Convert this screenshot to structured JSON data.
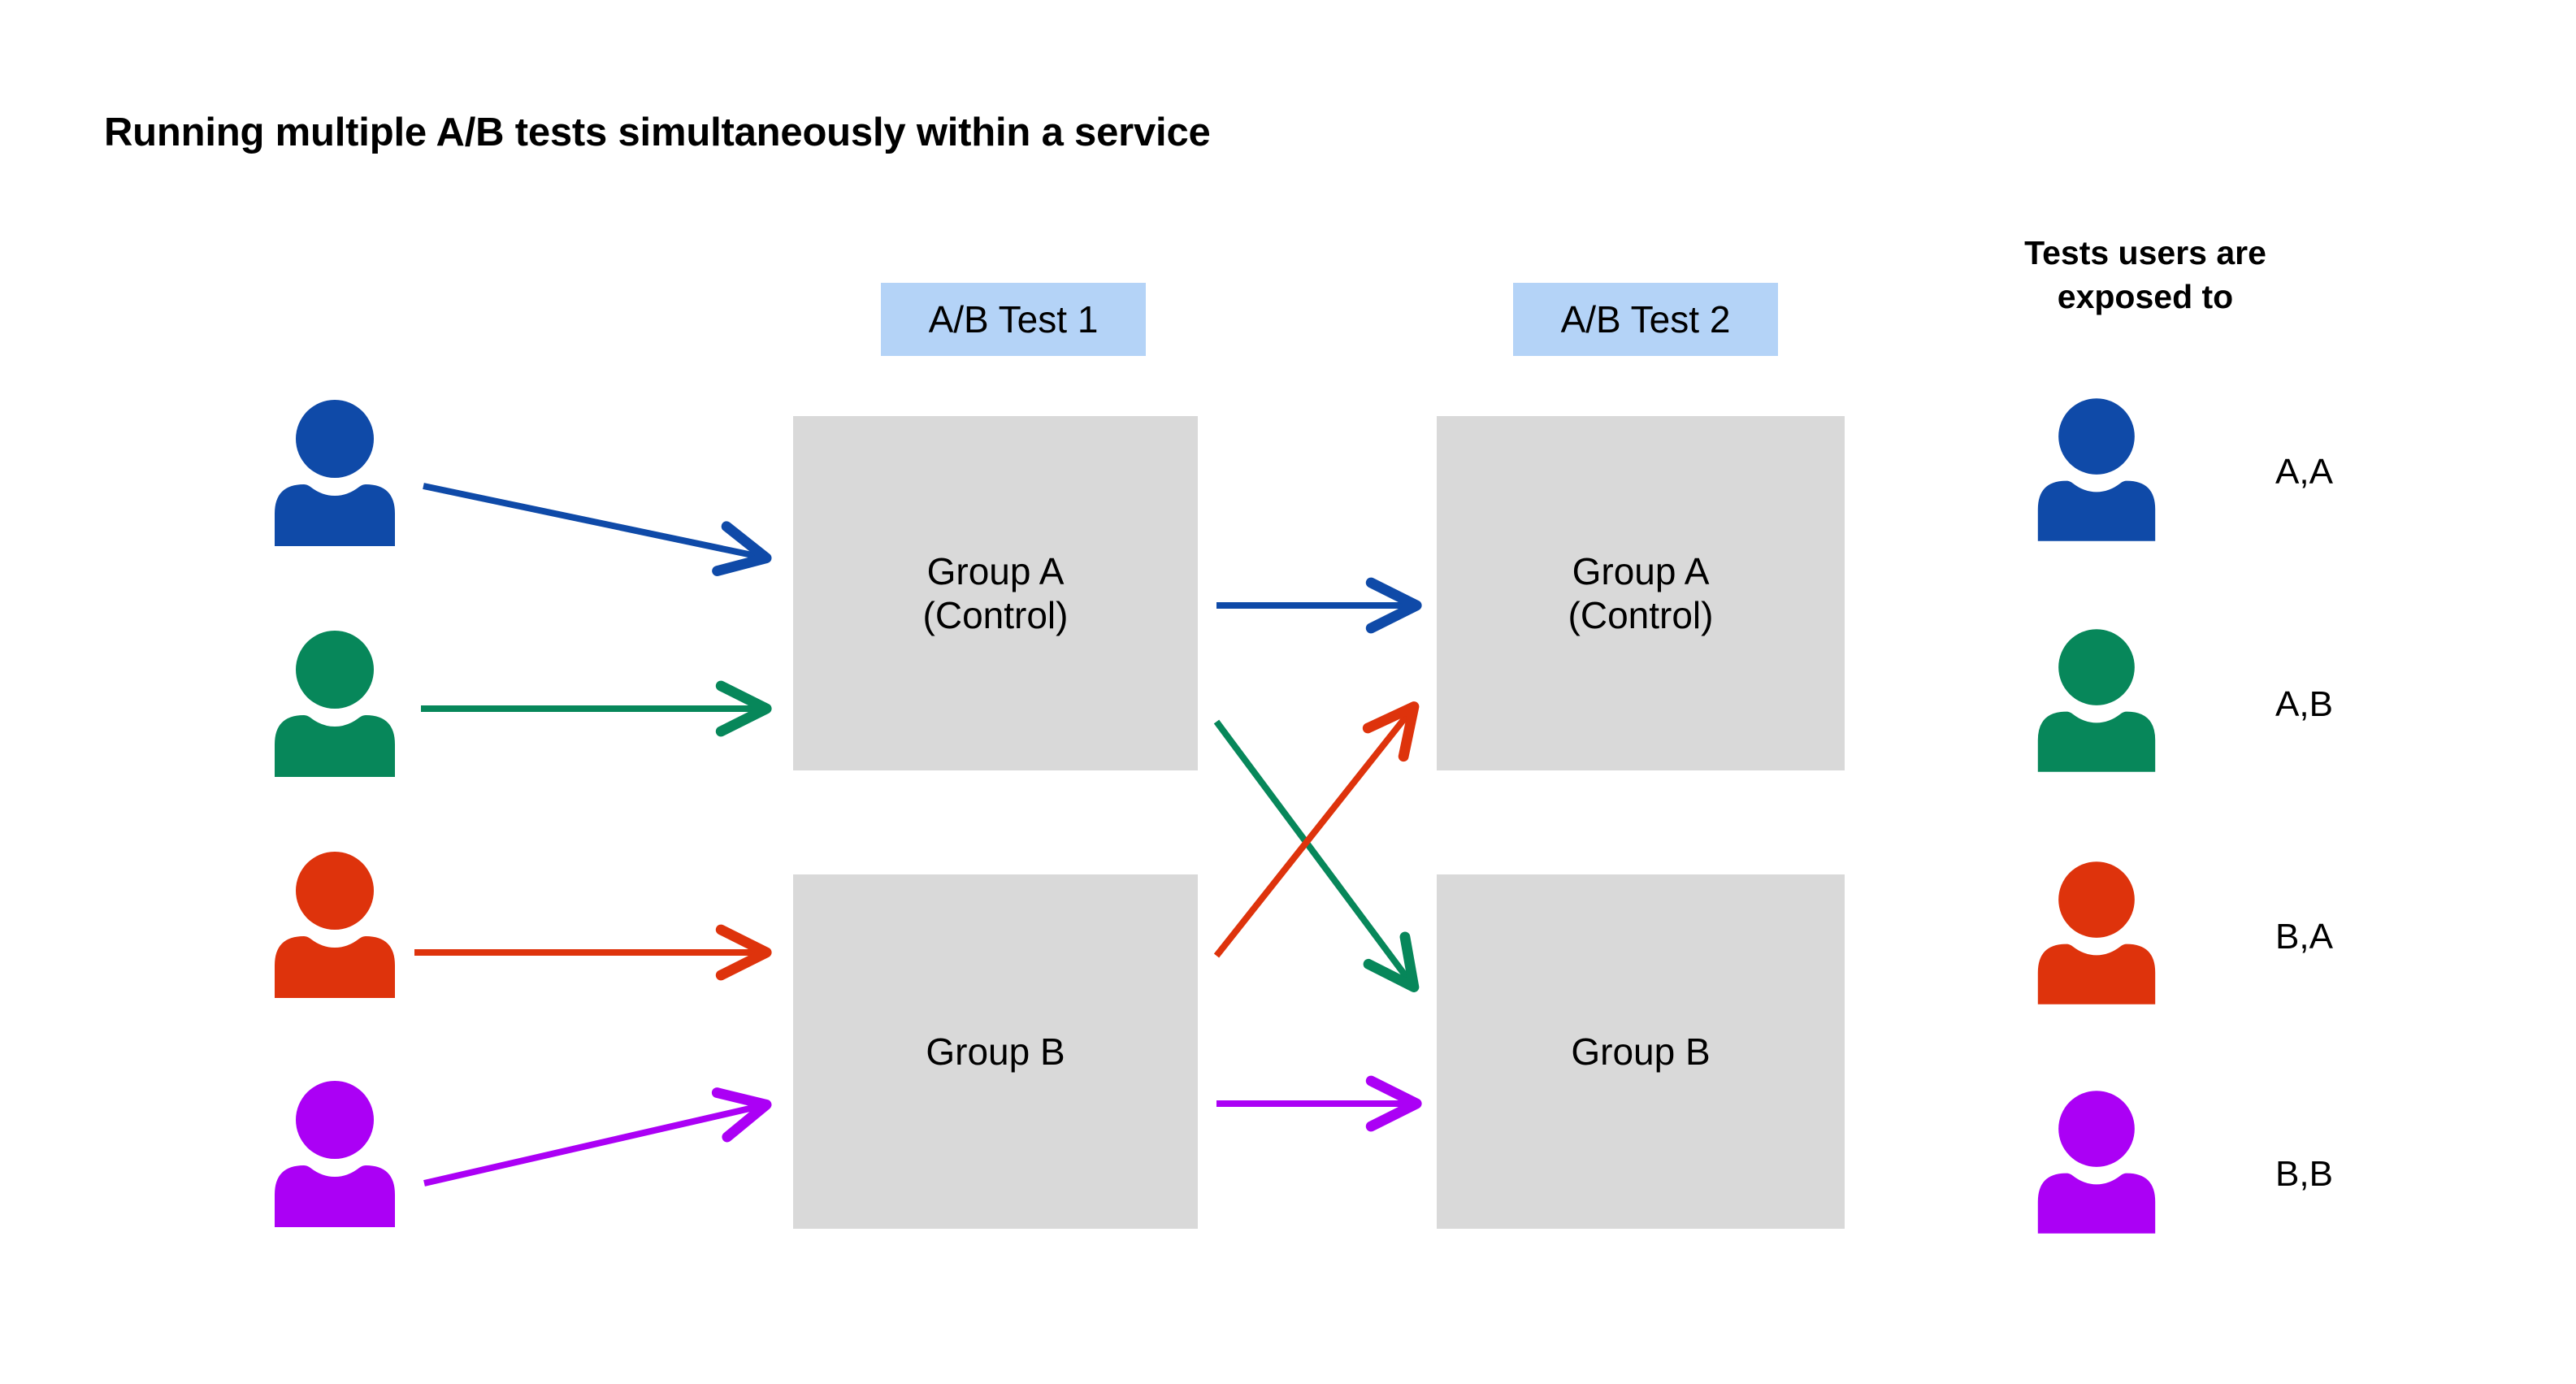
{
  "title": "Running multiple A/B tests simultaneously within a service",
  "tests": [
    {
      "id": "test1",
      "label": "A/B Test 1"
    },
    {
      "id": "test2",
      "label": "A/B Test 2"
    }
  ],
  "groups": {
    "test1": [
      {
        "id": "t1-groupA",
        "line1": "Group A",
        "line2": "(Control)"
      },
      {
        "id": "t1-groupB",
        "line1": "Group B",
        "line2": ""
      }
    ],
    "test2": [
      {
        "id": "t2-groupA",
        "line1": "Group A",
        "line2": "(Control)"
      },
      {
        "id": "t2-groupB",
        "line1": "Group B",
        "line2": ""
      }
    ]
  },
  "right_panel": {
    "heading_line1": "Tests users are",
    "heading_line2": "exposed to",
    "rows": [
      {
        "color_name": "blue",
        "color": "#0f4aa8",
        "exposure": "A,A"
      },
      {
        "color_name": "green",
        "color": "#07875a",
        "exposure": "A,B"
      },
      {
        "color_name": "red",
        "color": "#de330c",
        "exposure": "B,A"
      },
      {
        "color_name": "magenta",
        "color": "#ab00f5",
        "exposure": "B,B"
      }
    ]
  },
  "users": [
    {
      "color_name": "blue",
      "color": "#0f4aa8",
      "assignment_test1": "Group A",
      "assignment_test2": "Group A"
    },
    {
      "color_name": "green",
      "color": "#07875a",
      "assignment_test1": "Group A",
      "assignment_test2": "Group B"
    },
    {
      "color_name": "red",
      "color": "#de330c",
      "assignment_test1": "Group B",
      "assignment_test2": "Group A"
    },
    {
      "color_name": "magenta",
      "color": "#ab00f5",
      "assignment_test1": "Group B",
      "assignment_test2": "Group B"
    }
  ],
  "palette": {
    "header_fill": "#b4d3f7",
    "box_fill": "#d9d9d9",
    "background": "#ffffff",
    "text": "#000000"
  }
}
